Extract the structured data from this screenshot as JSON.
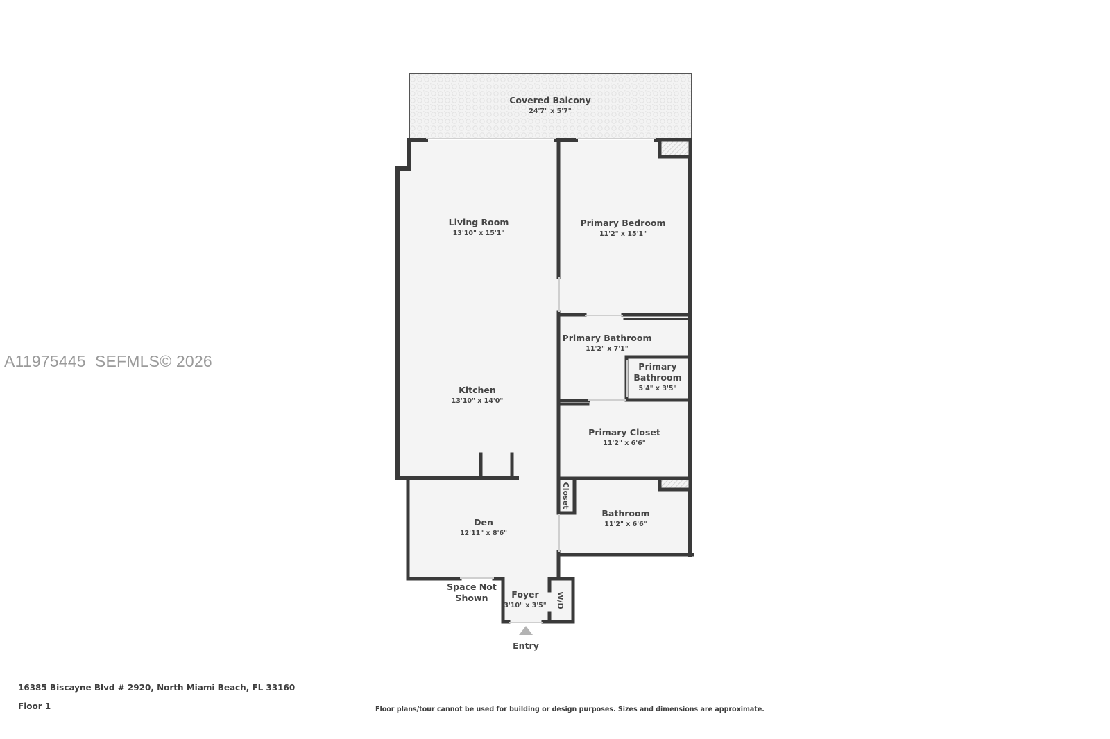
{
  "watermark": "A11975445  SEFMLS© 2026",
  "footer": {
    "address": "16385 Biscayne Blvd # 2920, North Miami Beach, FL 33160",
    "floor": "Floor 1",
    "disclaimer": "Floor plans/tour cannot be used for building or design purposes. Sizes and dimensions are approximate."
  },
  "colors": {
    "wall": "#3a3a3a",
    "floor": "#f4f4f4",
    "balcony": "#f2f2f2",
    "text": "#454545",
    "entry_arrow": "#b3b3b3"
  },
  "rooms": {
    "covered_balcony": {
      "name": "Covered Balcony",
      "dims": "24'7\" x 5'7\""
    },
    "living_room": {
      "name": "Living Room",
      "dims": "13'10\" x 15'1\""
    },
    "primary_bedroom": {
      "name": "Primary Bedroom",
      "dims": "11'2\" x 15'1\""
    },
    "primary_bathroom": {
      "name": "Primary Bathroom",
      "dims": "11'2\" x 7'1\""
    },
    "primary_bathroom_2": {
      "name_line1": "Primary",
      "name_line2": "Bathroom",
      "dims": "5'4\" x 3'5\""
    },
    "primary_closet": {
      "name": "Primary Closet",
      "dims": "11'2\" x 6'6\""
    },
    "kitchen": {
      "name": "Kitchen",
      "dims": "13'10\" x 14'0\""
    },
    "closet": {
      "name": "Closet"
    },
    "bathroom": {
      "name": "Bathroom",
      "dims": "11'2\" x 6'6\""
    },
    "den": {
      "name": "Den",
      "dims": "12'11\" x 8'6\""
    },
    "space_not_shown": {
      "name_line1": "Space Not",
      "name_line2": "Shown"
    },
    "foyer": {
      "name": "Foyer",
      "dims": "3'10\" x 3'5\""
    },
    "wd": {
      "name": "W/D"
    },
    "entry": {
      "name": "Entry"
    }
  }
}
